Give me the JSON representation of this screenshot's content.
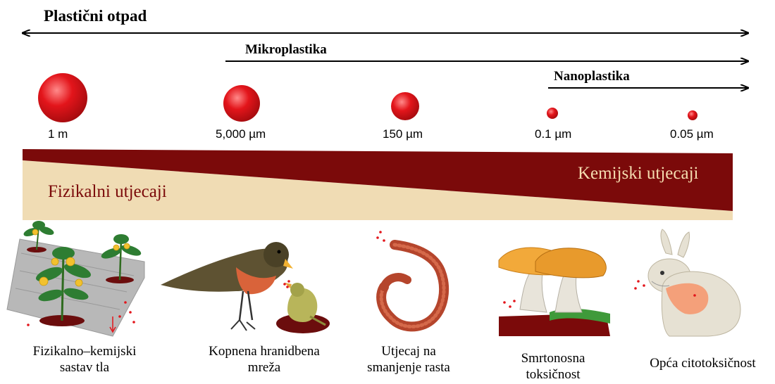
{
  "arrows": {
    "plastic": "Plastični otpad",
    "micro": "Mikroplastika",
    "nano": "Nanoplastika"
  },
  "sizes": [
    "1 m",
    "5,000 µm",
    "150 µm",
    "0.1 µm",
    "0.05 µm"
  ],
  "effects": {
    "physical": "Fizikalni utjecaji",
    "chemical": "Kemijski utjecaji"
  },
  "captions": [
    {
      "line1": "Fizikalno–kemijski",
      "line2": "sastav tla"
    },
    {
      "line1": "Kopnena hranidbena",
      "line2": "mreža"
    },
    {
      "line1": "Utjecaj na",
      "line2": "smanjenje rasta"
    },
    {
      "line1": "Smrtonosna",
      "line2": "toksičnost"
    },
    {
      "line1": "Opća citotoksičnost",
      "line2": ""
    }
  ],
  "colors": {
    "particle": "#e3151b",
    "chemical_band": "#7b0a0a",
    "physical_band": "#f0dcb4",
    "physical_text": "#7b0a0a",
    "chemical_text": "#f5ddb0"
  },
  "icons": [
    "tomato-plants-icon",
    "bird-feeding-chick-icon",
    "earthworm-icon",
    "mushrooms-icon",
    "rabbit-icon"
  ]
}
